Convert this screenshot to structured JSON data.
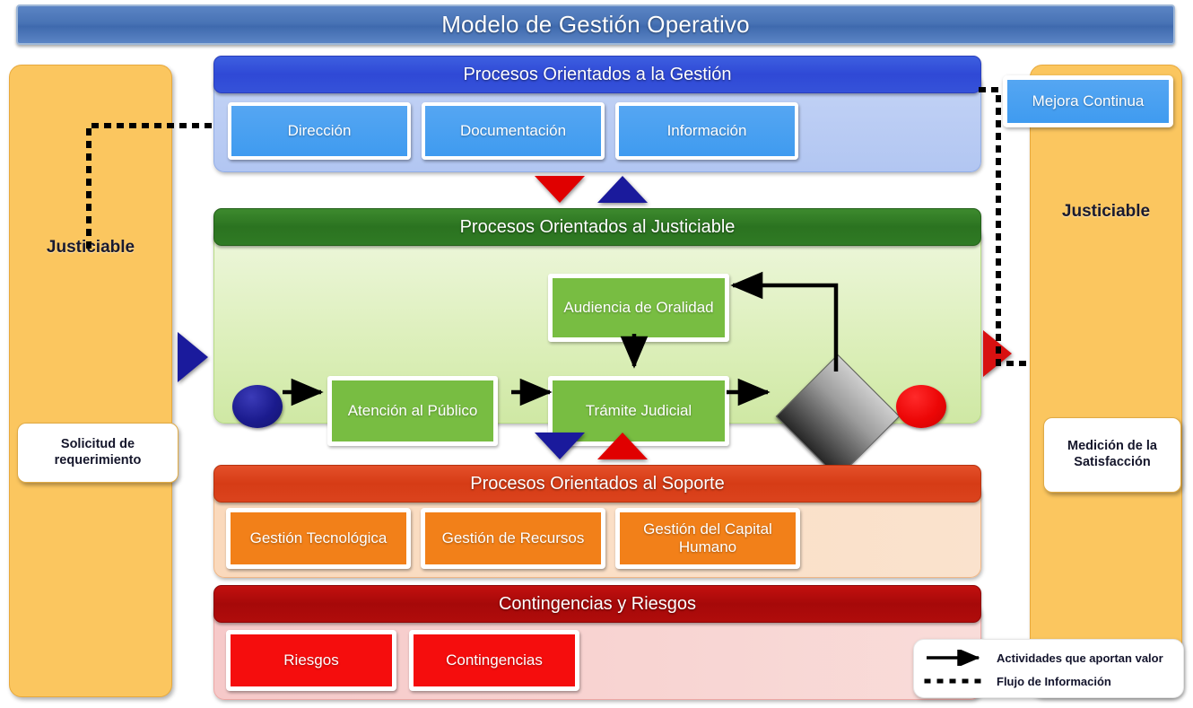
{
  "title": "Modelo de Gestión Operativo",
  "actors": {
    "left": {
      "label": "Justiciable",
      "note": "Solicitud de requerimiento"
    },
    "right": {
      "label": "Justiciable",
      "note": "Medición de la Satisfacción"
    }
  },
  "bands": {
    "gestion": {
      "header": "Procesos Orientados a la Gestión",
      "chips": [
        "Dirección",
        "Documentación",
        "Información"
      ],
      "floating_chip": "Mejora Continua",
      "color": "#2f49d6"
    },
    "justiciable": {
      "header": "Procesos Orientados al Justiciable",
      "color": "#2b7320",
      "flow": {
        "start_node": "start-circle",
        "boxes": [
          "Audiencia de Oralidad",
          "Atención al Público",
          "Trámite Judicial"
        ],
        "decision_node": "decision-diamond",
        "end_node": "end-circle"
      }
    },
    "soporte": {
      "header": "Procesos Orientados al Soporte",
      "chips": [
        "Gestión Tecnológica",
        "Gestión de Recursos",
        "Gestión del Capital Humano"
      ],
      "color": "#d63c16"
    },
    "riesgos": {
      "header": "Contingencias y Riesgos",
      "chips": [
        "Riesgos",
        "Contingencias"
      ],
      "color": "#a60909"
    }
  },
  "connectors": {
    "gestion_to_justiciable": "red-down-triangle",
    "justiciable_to_gestion": "blue-up-triangle",
    "justiciable_to_soporte": "blue-down-triangle",
    "soporte_to_justiciable": "red-up-triangle",
    "input_arrow": "blue-right-triangle",
    "output_arrow": "red-right-triangle"
  },
  "legend": {
    "items": [
      {
        "glyph": "solid-arrow-icon",
        "label": "Actividades que aportan valor"
      },
      {
        "glyph": "dotted-line-icon",
        "label": "Flujo de Información"
      }
    ]
  }
}
